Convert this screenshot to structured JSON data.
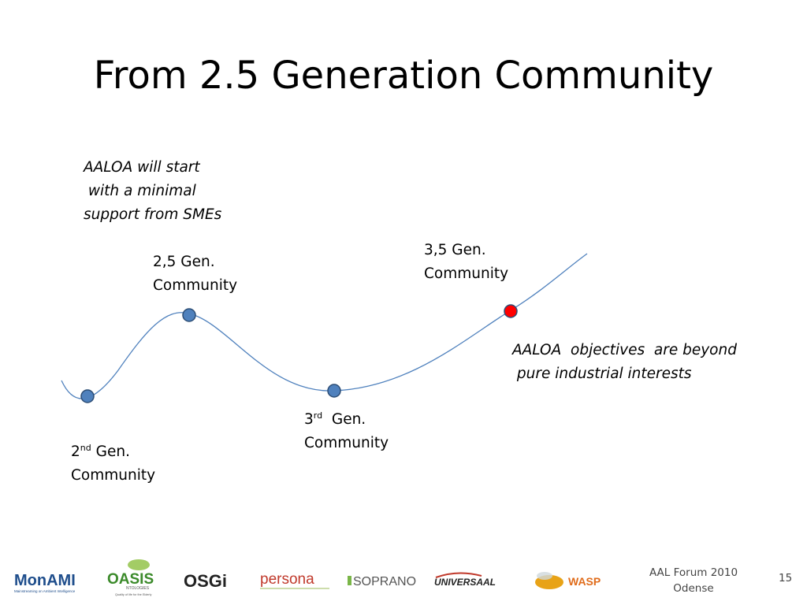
{
  "slide": {
    "title": "From 2.5 Generation Community",
    "page_number": "15"
  },
  "annotations": {
    "start": [
      "AALOA will start",
      " with a minimal",
      "support from SMEs"
    ],
    "objectives": [
      "AALOA  objectives  are beyond",
      " pure industrial interests"
    ]
  },
  "nodes": [
    {
      "id": "gen2",
      "prefix": "2",
      "sup": "nd",
      "suffix": " Gen.",
      "line2": "Community",
      "color": "#4f81bd"
    },
    {
      "id": "gen25",
      "prefix": "2,5 Gen.",
      "sup": "",
      "suffix": "",
      "line2": "Community",
      "color": "#4f81bd"
    },
    {
      "id": "gen3",
      "prefix": "3",
      "sup": "rd",
      "suffix": "  Gen.",
      "line2": "Community",
      "color": "#4f81bd"
    },
    {
      "id": "gen35",
      "prefix": "3,5 Gen.",
      "sup": "",
      "suffix": "",
      "line2": "Community",
      "color": "#ff0000"
    }
  ],
  "footer": {
    "event_line1": "AAL Forum 2010",
    "event_line2": "Odense"
  },
  "logos": {
    "monami": {
      "name": "MonAMI",
      "tagline": "Mainstreaming on Ambient Intelligence"
    },
    "oasis": {
      "name": "OASIS",
      "sub": "NTOLOGIES",
      "tagline": "Quality of life for the Elderly"
    },
    "osgi": {
      "name": "OSGi"
    },
    "persona": {
      "name": "persona"
    },
    "soprano": {
      "name": "SOPRANO"
    },
    "universaal": {
      "name": "UNIVERSAAL"
    },
    "wasp": {
      "name": "WASP"
    }
  },
  "colors": {
    "curve": "#4f81bd",
    "node_fill": "#4f81bd",
    "node_stroke": "#2c4d75",
    "highlight_node": "#ff0000"
  }
}
